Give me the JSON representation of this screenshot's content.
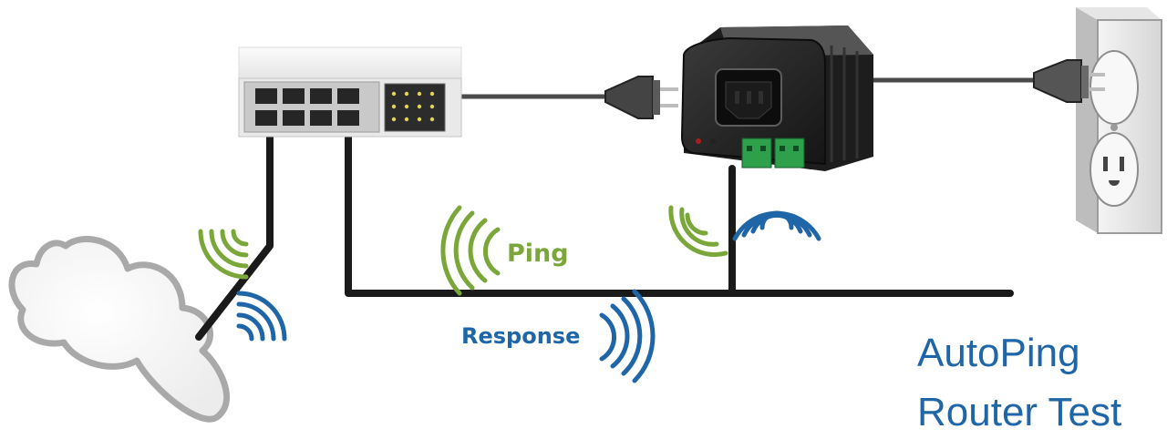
{
  "labels": {
    "ping": "Ping",
    "response": "Response",
    "title_line1": "AutoPing",
    "title_line2": "Router Test"
  },
  "colors": {
    "ping_wave": "#7aa63a",
    "response_wave": "#1f66a8",
    "title": "#1f66a8",
    "cable": "#1a1a1a",
    "cloud_fill": "#ffffff",
    "cloud_stroke": "#a9a9a9"
  },
  "icons": {
    "network_switch": "network-switch-icon",
    "power_switch": "power-switch-icon",
    "wall_outlet": "wall-outlet-icon",
    "internet_cloud": "cloud-icon",
    "power_plug": "plug-icon"
  }
}
